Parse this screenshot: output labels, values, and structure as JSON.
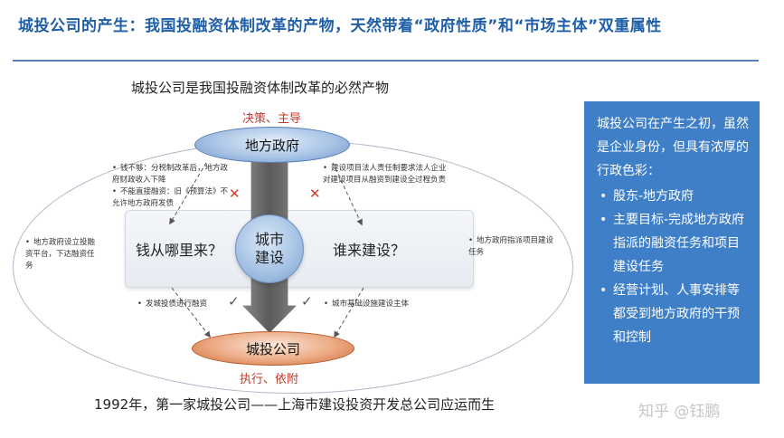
{
  "title": "城投公司的产生：我国投融资体制改革的产物，天然带着“政府性质”和“市场主体”双重属性",
  "diagram": {
    "subtitle": "城投公司是我国投融资体制改革的必然产物",
    "top_label": "决策、主导",
    "top_node": "地方政府",
    "core_line1": "城市",
    "core_line2": "建设",
    "left_question": "钱从哪里来？",
    "right_question": "谁来建设？",
    "bottom_node": "城投公司",
    "bottom_label": "执行、依附",
    "notes": {
      "left_upper": [
        "钱不够：分税制改革后，地方政府财政收入下降",
        "不能直接融资：旧《预算法》不允许地方政府发债"
      ],
      "right_upper": [
        "建设项目法人责任制要求法人企业对建设项目从融资到建设全过程负责"
      ],
      "outer_left": "地方政府设立投融资平台，下达融资任务",
      "outer_right": "地方政府指派项目建设任务",
      "lower_left": "发城投债进行融资",
      "lower_right": "城市基础设施建设主体"
    },
    "bottom_caption": "1992年，第一家城投公司——上海市建设投资开发总公司应运而生"
  },
  "sidebar": {
    "intro": "城投公司在产生之初，虽然是企业身份，但具有浓厚的行政色彩：",
    "bullets": [
      "股东-地方政府",
      "主要目标-完成地方政府指派的融资任务和项目建设任务",
      "经营计划、人事安排等都受到地方政府的干预和控制"
    ]
  },
  "watermark": "知乎 @钰鹏",
  "colors": {
    "title": "#1f5fa8",
    "accent_red": "#c0392b",
    "sidebar_bg": "#3f7fc8",
    "gov_node": "#8fb1dc",
    "company_node": "#e08a5a"
  }
}
